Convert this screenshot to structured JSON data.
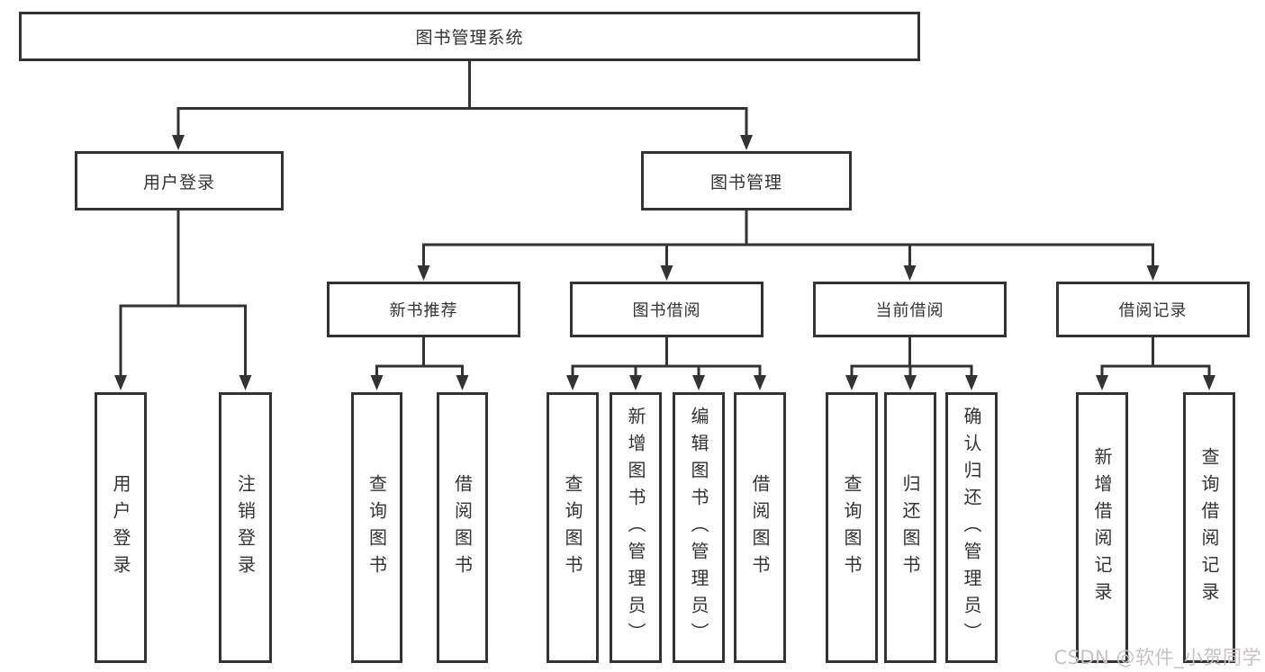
{
  "diagram": {
    "root": {
      "label": "图书管理系统"
    },
    "level2": [
      {
        "label": "用户登录"
      },
      {
        "label": "图书管理"
      }
    ],
    "level3": [
      {
        "label": "新书推荐"
      },
      {
        "label": "图书借阅"
      },
      {
        "label": "当前借阅"
      },
      {
        "label": "借阅记录"
      }
    ],
    "leaves": [
      {
        "label": "用户登录"
      },
      {
        "label": "注销登录"
      },
      {
        "label": "查询图书"
      },
      {
        "label": "借阅图书"
      },
      {
        "label": "查询图书"
      },
      {
        "label": "新增图书（管理员）"
      },
      {
        "label": "编辑图书（管理员）"
      },
      {
        "label": "借阅图书"
      },
      {
        "label": "查询图书"
      },
      {
        "label": "归还图书"
      },
      {
        "label": "确认归还（管理员）"
      },
      {
        "label": "新增借阅记录"
      },
      {
        "label": "查询借阅记录"
      }
    ]
  },
  "watermark": {
    "text": "CSDN @软件_小贺同学"
  },
  "colors": {
    "line": "#333333",
    "text": "#333333",
    "background": "#ffffff",
    "watermark": "#c9c1c1"
  }
}
